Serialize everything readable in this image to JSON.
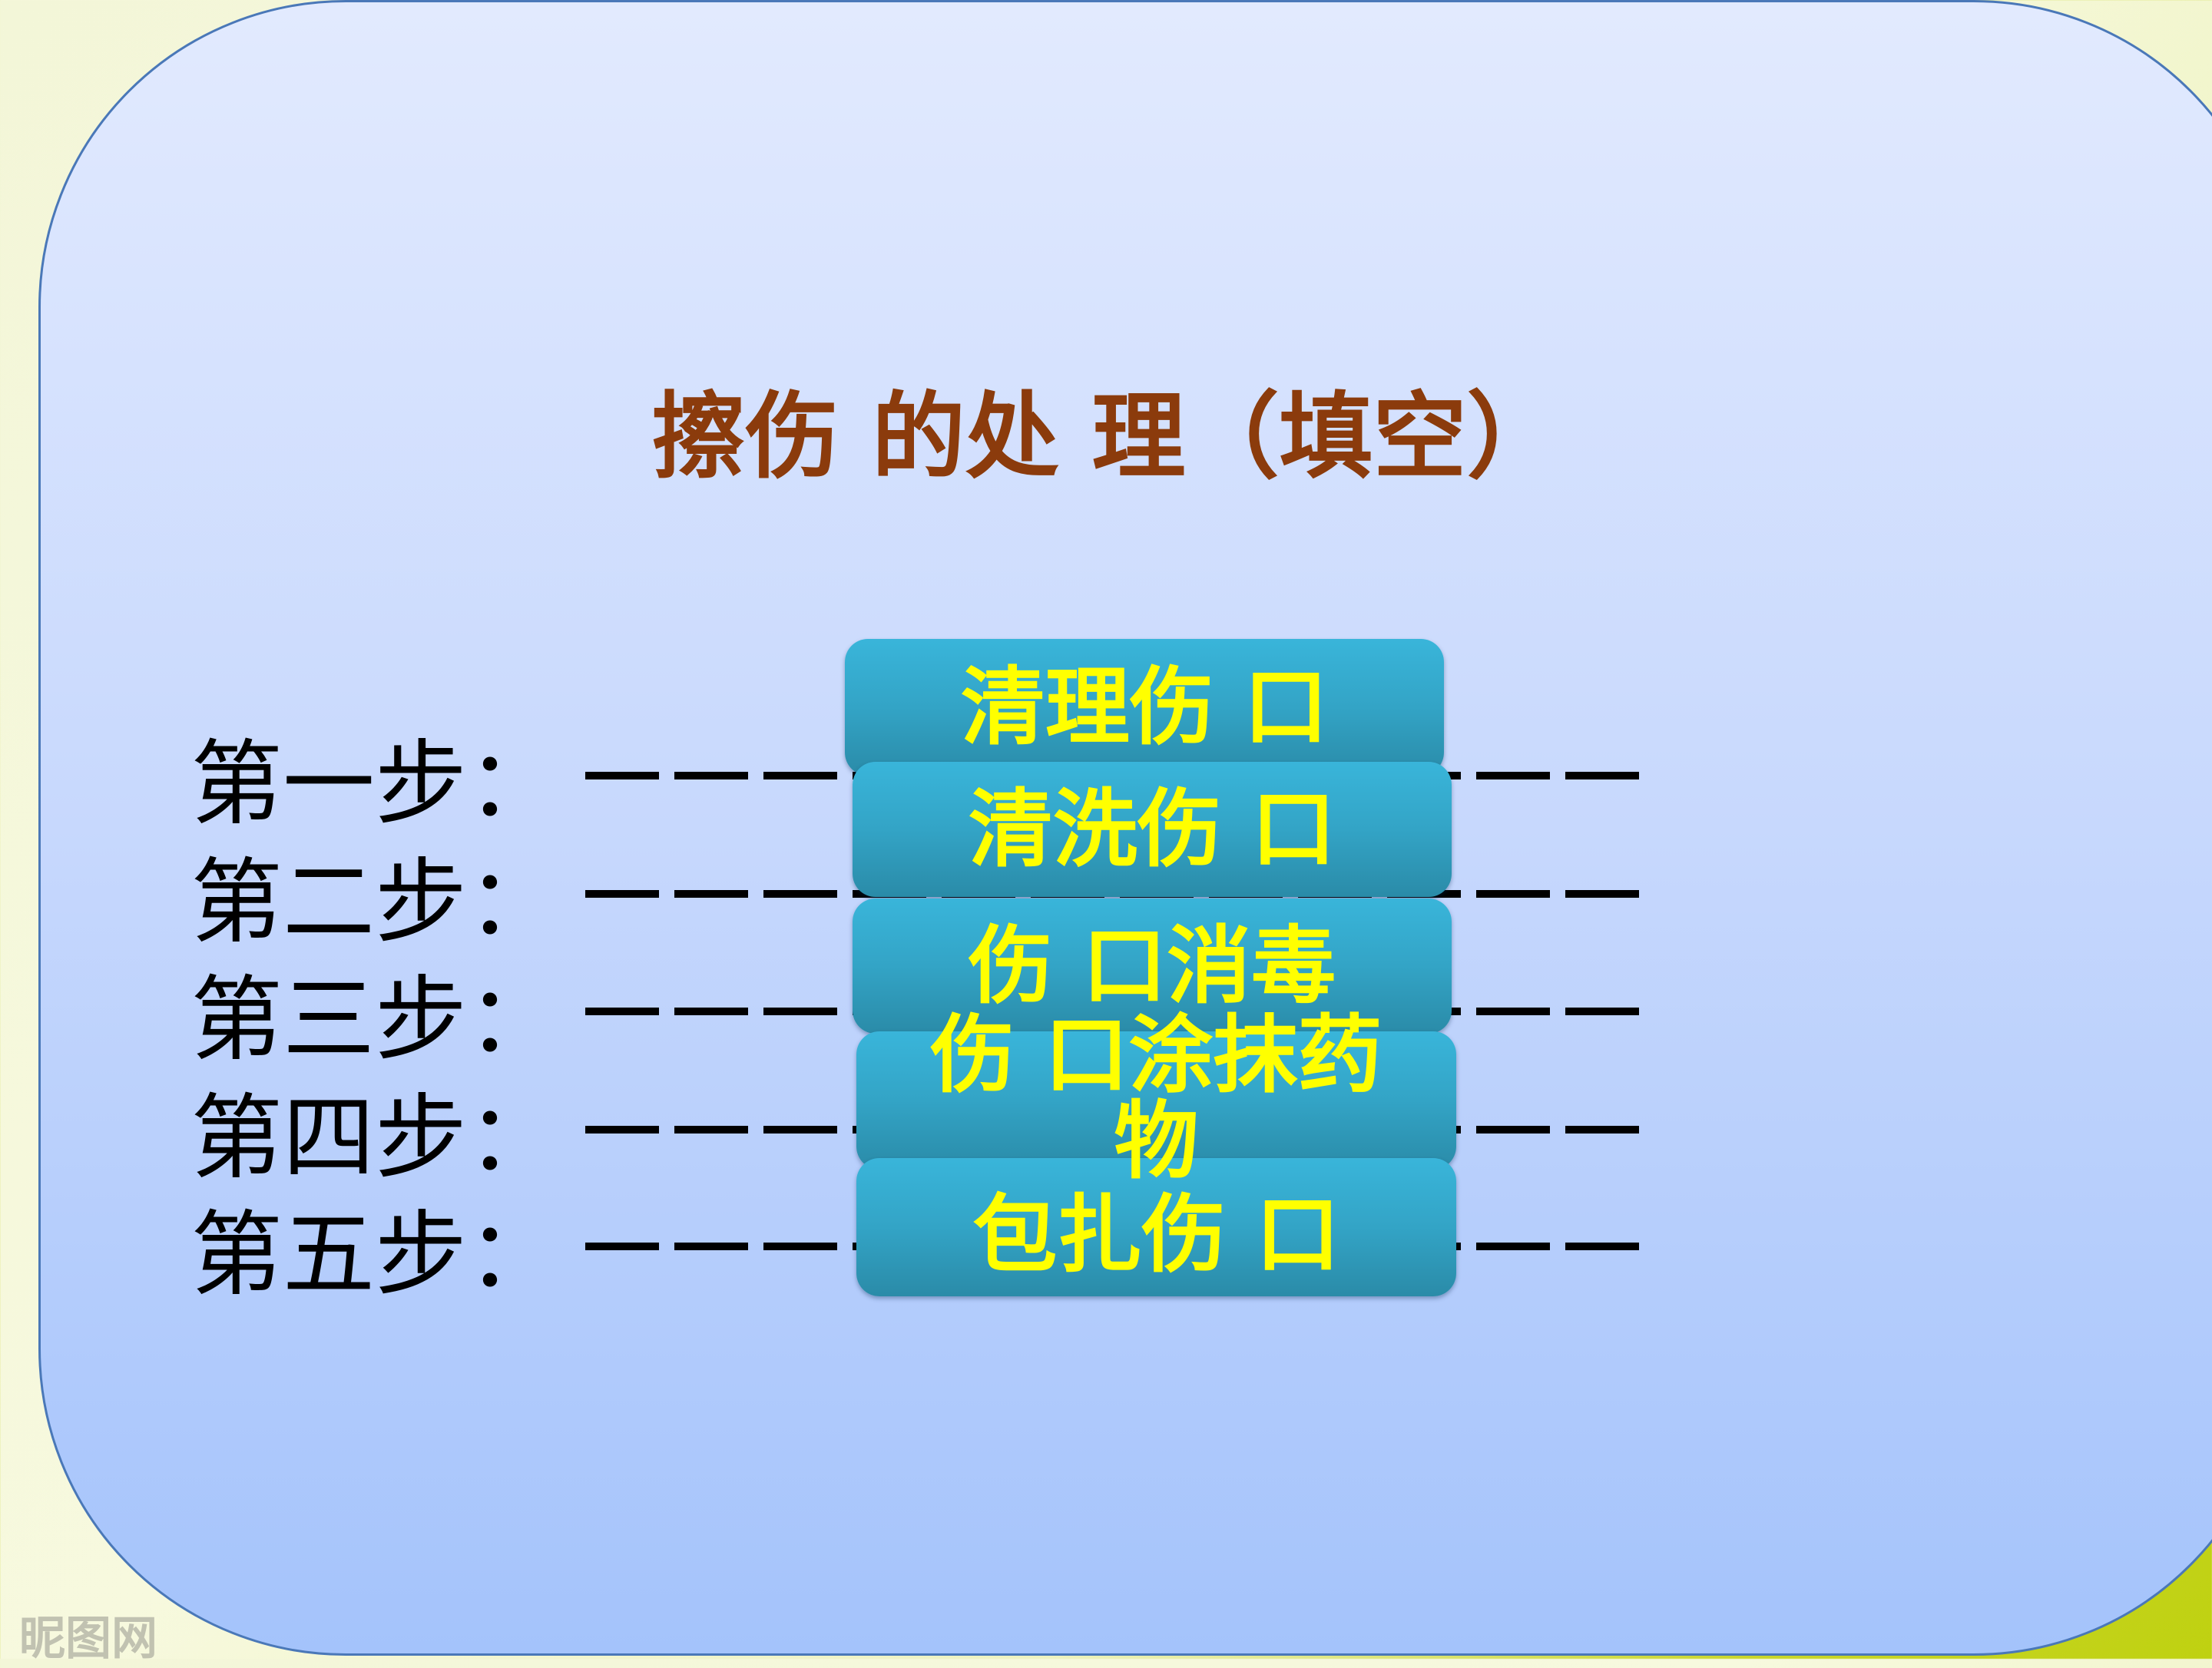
{
  "slide": {
    "title": "擦伤 的处 理（填空）",
    "steps": [
      {
        "label": "第一步：",
        "answer": "清理伤 口"
      },
      {
        "label": "第二步：",
        "answer": "清洗伤 口"
      },
      {
        "label": "第三步：",
        "answer": "伤 口消毒"
      },
      {
        "label": "第四步：",
        "answer": "伤 口涂抹药物"
      },
      {
        "label": "第五步：",
        "answer": "包扎伤 口"
      }
    ],
    "colors": {
      "title": "#8b3b0c",
      "answer_text": "#ffff00",
      "answer_box": "#33a4c6",
      "panel": "#c7d8fd"
    }
  },
  "watermark": {
    "left": "昵图网"
  }
}
